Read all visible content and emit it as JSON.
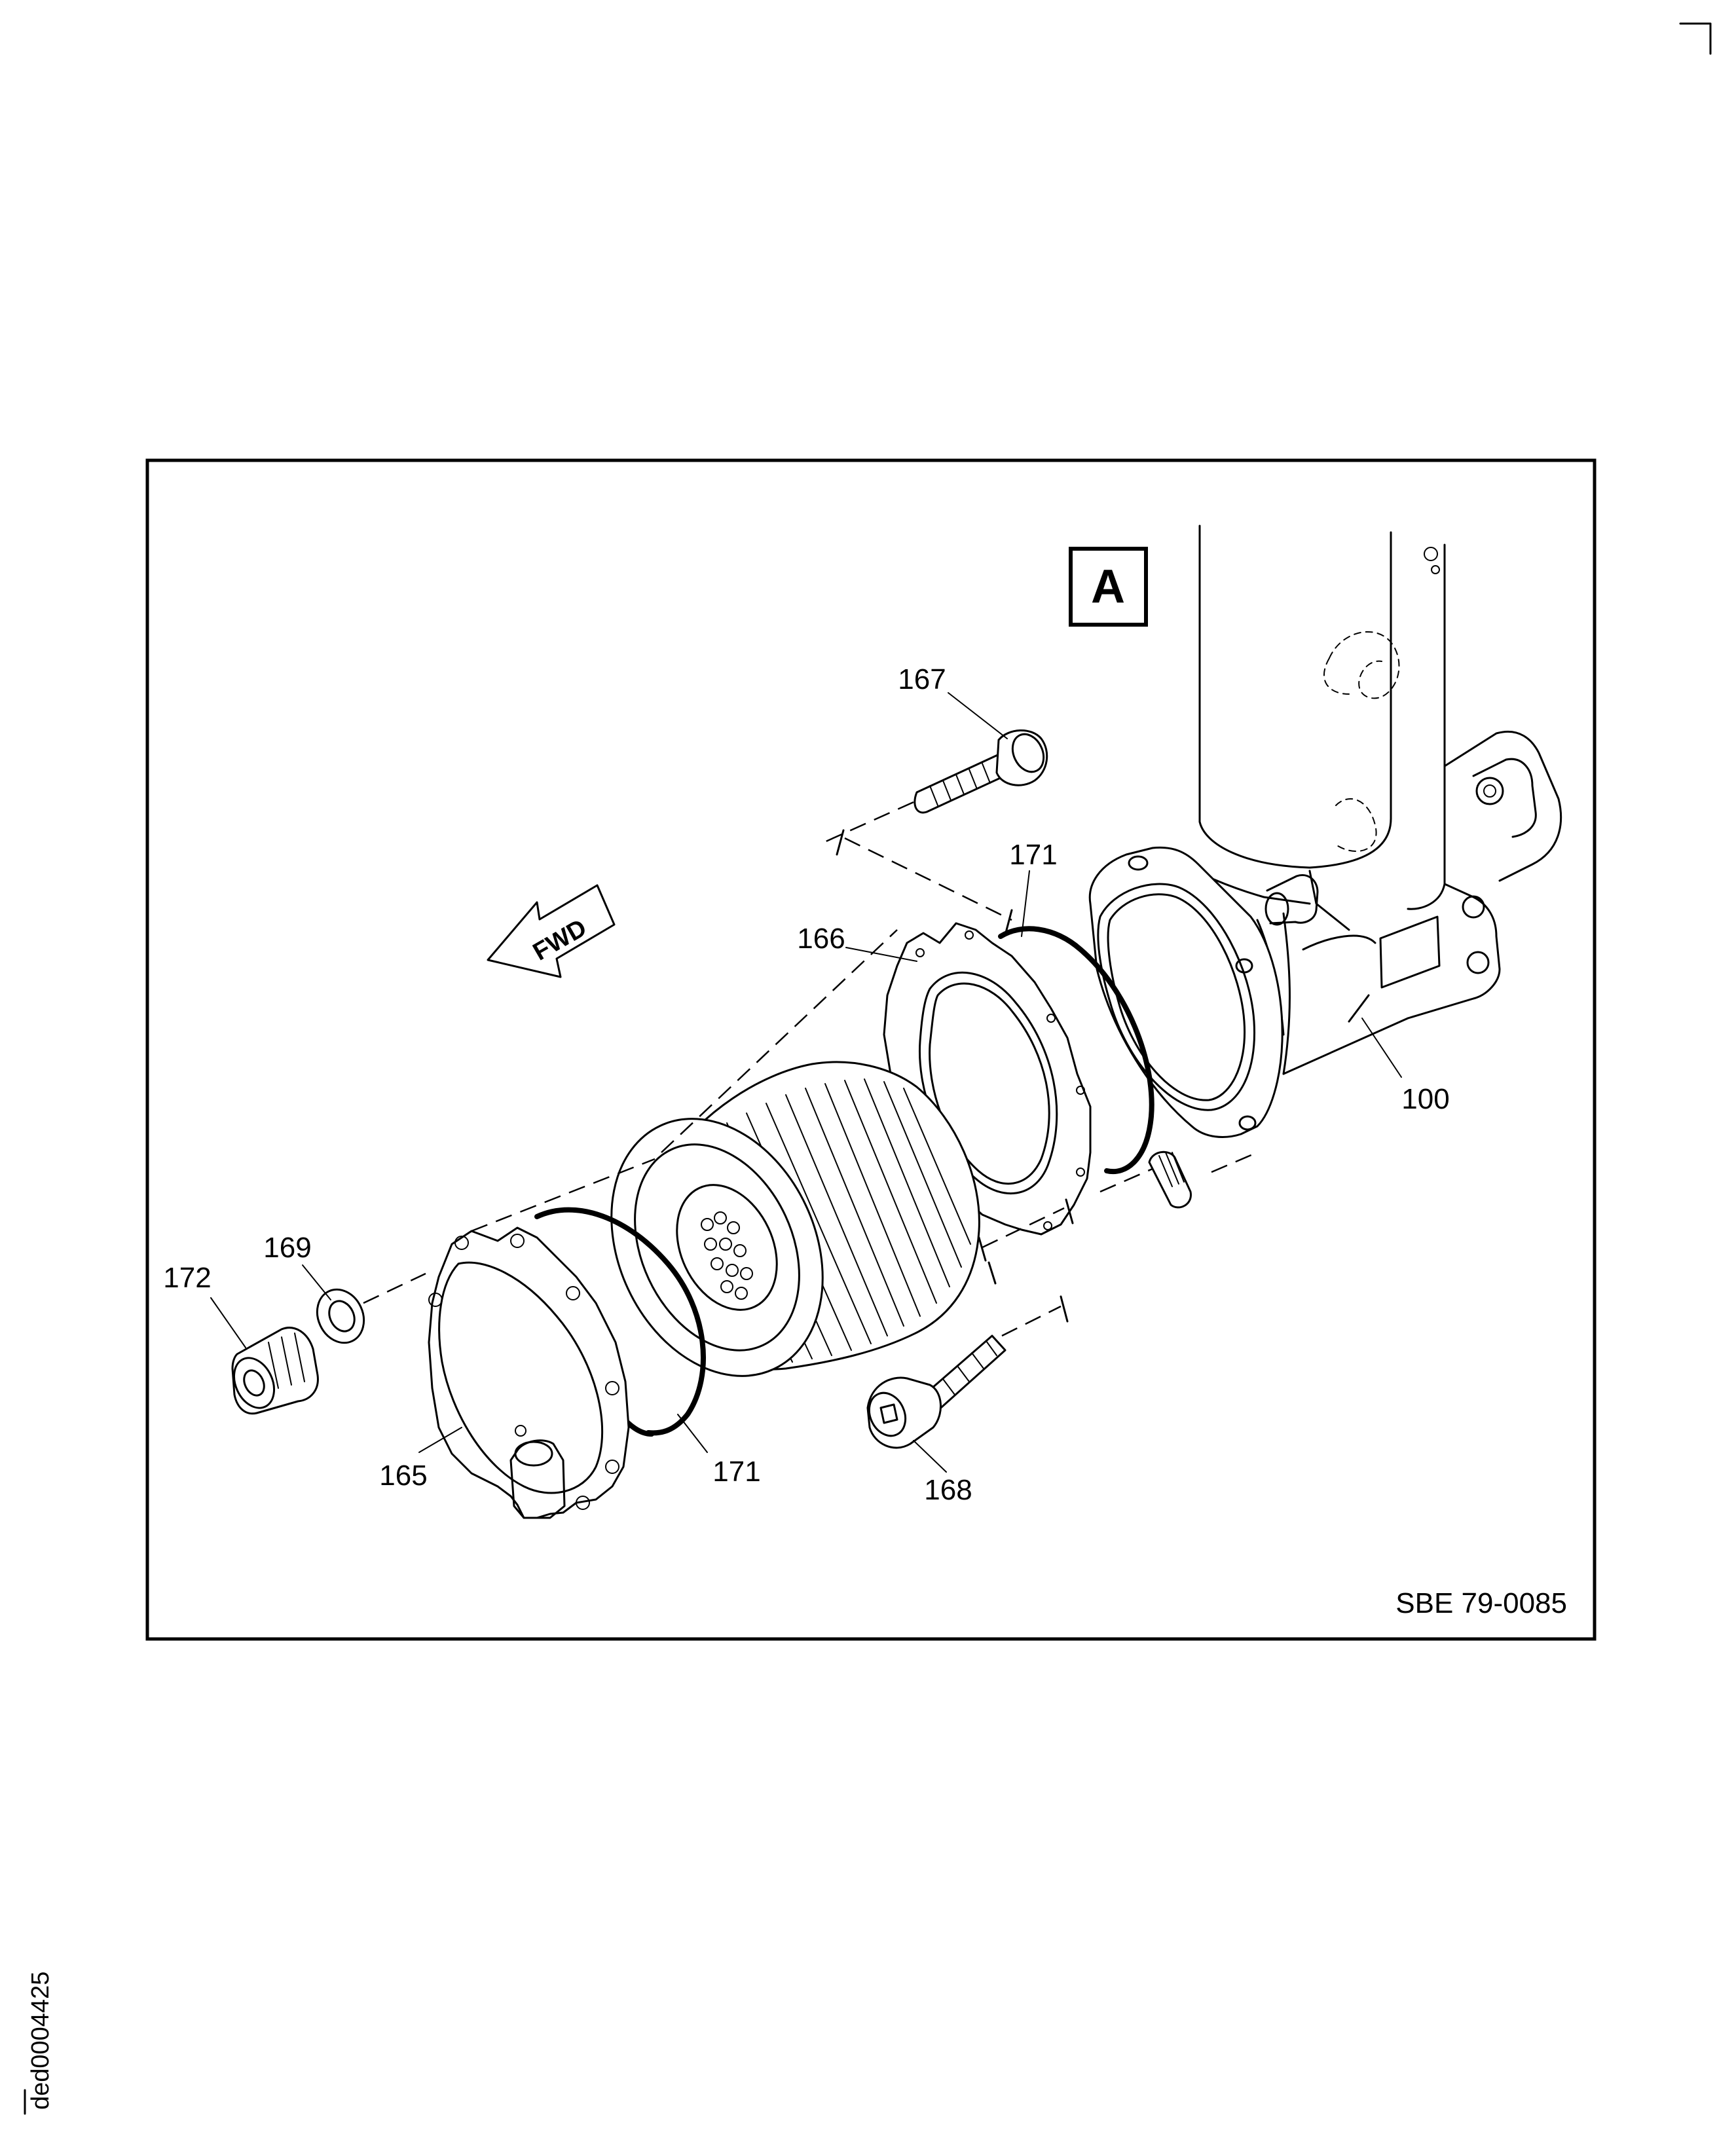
{
  "view_label": "A",
  "direction_arrow": "FWD",
  "callouts": {
    "c100": "100",
    "c165": "165",
    "c166": "166",
    "c167": "167",
    "c168": "168",
    "c169": "169",
    "c171_top": "171",
    "c171_bottom": "171",
    "c172": "172"
  },
  "figure_reference": "SBE 79-0085",
  "document_id": "ded0004425"
}
